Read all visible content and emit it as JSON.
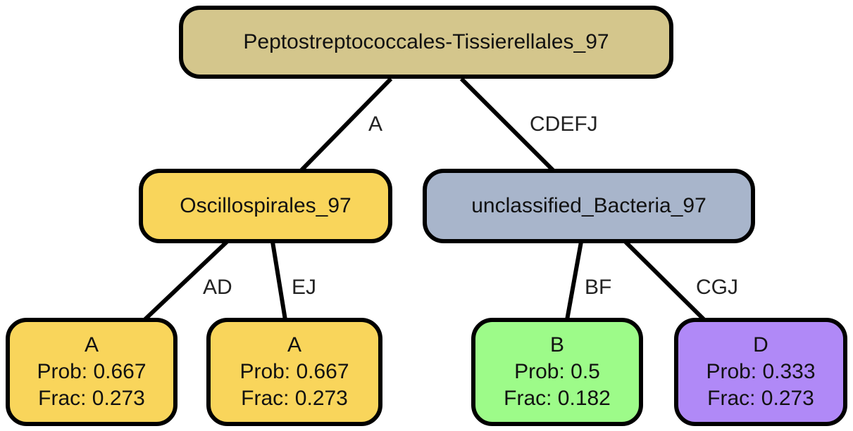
{
  "colors": {
    "root": "#d4c68c",
    "oscillo": "#f9d55b",
    "unclassified": "#a8b5cb",
    "leaf_b": "#9dfb89",
    "leaf_d": "#b089f7",
    "edge": "#000000"
  },
  "nodes": {
    "root": {
      "label": "Peptostreptococcales-Tissierellales_97"
    },
    "oscillo": {
      "label": "Oscillospirales_97"
    },
    "unclassified": {
      "label": "unclassified_Bacteria_97"
    },
    "leaf1": {
      "label": "A",
      "prob": "Prob: 0.667",
      "frac": "Frac: 0.273"
    },
    "leaf2": {
      "label": "A",
      "prob": "Prob: 0.667",
      "frac": "Frac: 0.273"
    },
    "leaf3": {
      "label": "B",
      "prob": "Prob: 0.5",
      "frac": "Frac: 0.182"
    },
    "leaf4": {
      "label": "D",
      "prob": "Prob: 0.333",
      "frac": "Frac: 0.273"
    }
  },
  "edges": {
    "root_oscillo": "A",
    "root_unclassified": "CDEFJ",
    "oscillo_leaf1": "AD",
    "oscillo_leaf2": "EJ",
    "unclassified_leaf3": "BF",
    "unclassified_leaf4": "CGJ"
  }
}
